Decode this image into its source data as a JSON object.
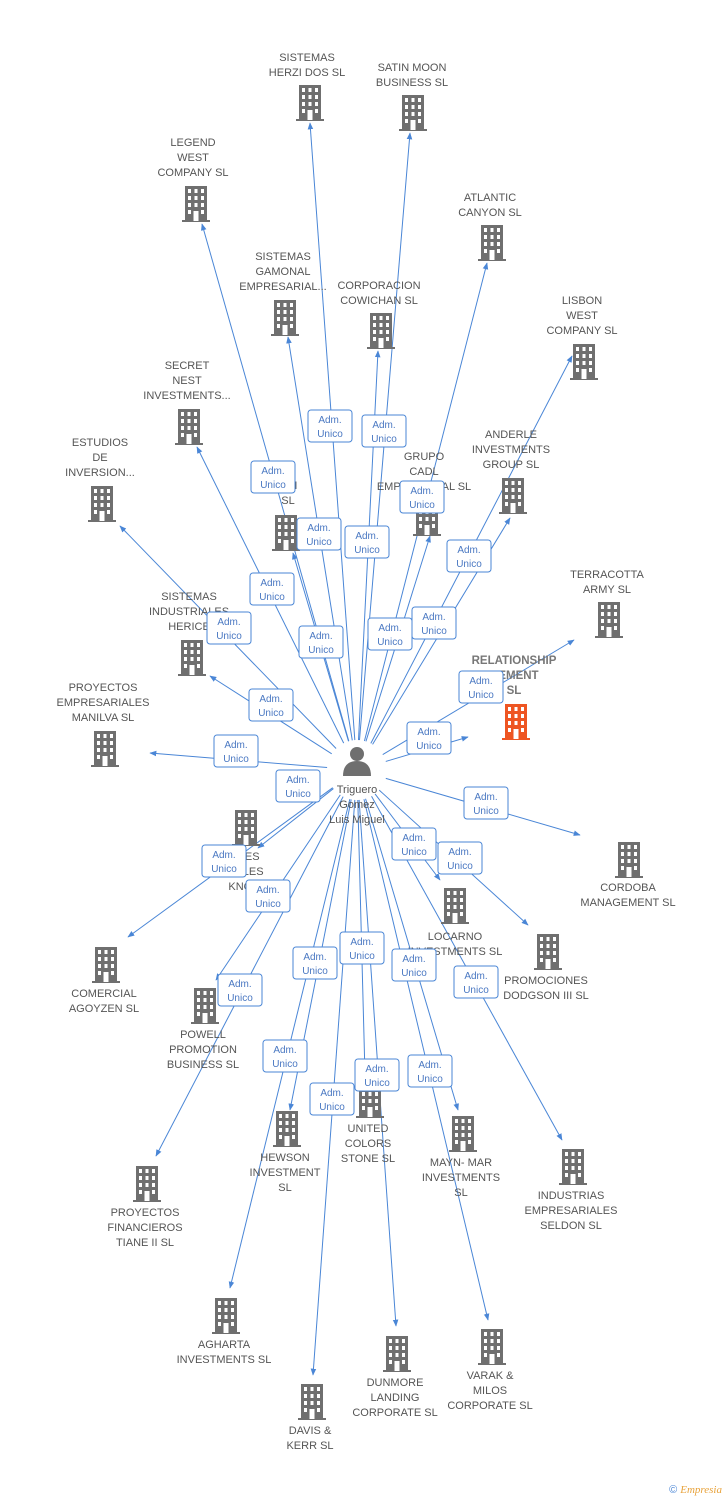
{
  "center": {
    "name_lines": [
      "Triguero",
      "Gomez",
      "Luis Miguel"
    ]
  },
  "badge_lines": [
    "Adm.",
    "Unico"
  ],
  "colors": {
    "edge": "#4a86d6",
    "building": "#6f6f6f",
    "highlight": "#ee5522"
  },
  "footer": {
    "copyright": "©",
    "brand": "Empresia"
  },
  "companies": [
    {
      "id": "sistemas-herzi-dos",
      "lines": [
        "SISTEMAS",
        "HERZI DOS SL"
      ]
    },
    {
      "id": "satin-moon",
      "lines": [
        "SATIN MOON",
        "BUSINESS SL"
      ]
    },
    {
      "id": "legend-west",
      "lines": [
        "LEGEND",
        "WEST",
        "COMPANY SL"
      ]
    },
    {
      "id": "atlantic-canyon",
      "lines": [
        "ATLANTIC",
        "CANYON SL"
      ]
    },
    {
      "id": "sistemas-gamonal",
      "lines": [
        "SISTEMAS",
        "GAMONAL",
        "EMPRESARIAL..."
      ]
    },
    {
      "id": "corporacion-cowichan",
      "lines": [
        "CORPORACION",
        "COWICHAN SL"
      ]
    },
    {
      "id": "lisbon-west",
      "lines": [
        "LISBON",
        "WEST",
        "COMPANY  SL"
      ]
    },
    {
      "id": "secret-nest",
      "lines": [
        "SECRET",
        "NEST",
        "INVESTMENTS..."
      ]
    },
    {
      "id": "anderle",
      "lines": [
        "ANDERLE",
        "INVESTMENTS",
        "GROUP SL"
      ]
    },
    {
      "id": "estudios-inversion",
      "lines": [
        "ESTUDIOS",
        "DE",
        "INVERSION..."
      ]
    },
    {
      "id": "grupo-cadl",
      "lines": [
        "GRUPO",
        "CADL",
        "EMPRESARIAL SL"
      ]
    },
    {
      "id": "partial-sl",
      "lines": [
        "S",
        "A III",
        "SL"
      ]
    },
    {
      "id": "terracotta",
      "lines": [
        "TERRACOTTA",
        "ARMY  SL"
      ]
    },
    {
      "id": "sistemas-industriales-herice",
      "lines": [
        "SISTEMAS",
        "INDUSTRIALES",
        "HERICE"
      ]
    },
    {
      "id": "relationship-management",
      "lines": [
        "RELATIONSHIP",
        "GEMENT",
        "SL"
      ],
      "highlight": true
    },
    {
      "id": "proyectos-manilva",
      "lines": [
        "PROYECTOS",
        "EMPRESARIALES",
        "MANILVA SL"
      ]
    },
    {
      "id": "cordoba",
      "lines": [
        "CORDOBA",
        "MANAGEMENT SL"
      ]
    },
    {
      "id": "ones-knox",
      "lines": [
        "ONES",
        "RIALES",
        "KNOX"
      ]
    },
    {
      "id": "locarno",
      "lines": [
        "LOCARNO",
        "INVESTMENTS SL"
      ]
    },
    {
      "id": "comercial-agoyzen",
      "lines": [
        "COMERCIAL",
        "AGOYZEN SL"
      ]
    },
    {
      "id": "promociones-dodgson",
      "lines": [
        "PROMOCIONES",
        "DODGSON III SL"
      ]
    },
    {
      "id": "powell",
      "lines": [
        "POWELL",
        "PROMOTION",
        "BUSINESS  SL"
      ]
    },
    {
      "id": "united-colors",
      "lines": [
        "UNITED",
        "COLORS",
        "STONE SL"
      ]
    },
    {
      "id": "hewson",
      "lines": [
        "HEWSON",
        "INVESTMENT",
        "SL"
      ]
    },
    {
      "id": "mayn-mar",
      "lines": [
        "MAYN- MAR",
        "INVESTMENTS",
        "SL"
      ]
    },
    {
      "id": "industrias-seldon",
      "lines": [
        "INDUSTRIAS",
        "EMPRESARIALES",
        "SELDON SL"
      ]
    },
    {
      "id": "proyectos-tiane",
      "lines": [
        "PROYECTOS",
        "FINANCIEROS",
        "TIANE II  SL"
      ]
    },
    {
      "id": "agharta",
      "lines": [
        "AGHARTA",
        "INVESTMENTS SL"
      ]
    },
    {
      "id": "dunmore",
      "lines": [
        "DUNMORE",
        "LANDING",
        "CORPORATE SL"
      ]
    },
    {
      "id": "varak-milos",
      "lines": [
        "VARAK &",
        "MILOS",
        "CORPORATE SL"
      ]
    },
    {
      "id": "davis-kerr",
      "lines": [
        "DAVIS &",
        "KERR SL"
      ]
    }
  ]
}
